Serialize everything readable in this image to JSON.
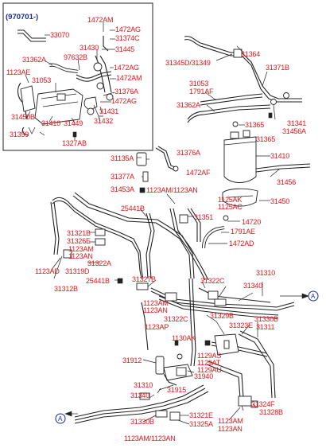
{
  "inset": {
    "date_code": "(970701-)",
    "labels": [
      "33070",
      "1472AM",
      "1472AG",
      "31374C",
      "31445",
      "31430",
      "1472AG",
      "1472AM",
      "31362A",
      "97632B",
      "1123AE",
      "31053",
      "31376A",
      "1472AG",
      "31431",
      "31432",
      "31450B",
      "31410",
      "31449",
      "31359",
      "1327AB"
    ]
  },
  "labels": [
    "31364",
    "31345D/31349",
    "31371B",
    "31053",
    "1791AF",
    "31362A",
    "31365",
    "31341",
    "31456A",
    "31365",
    "31410",
    "31376A",
    "31135A",
    "1472AF",
    "31377A",
    "31453A",
    "1123AM/1123AN",
    "31450",
    "1125AK",
    "1125AC",
    "31456",
    "25441B",
    "31351",
    "14720",
    "1791AE",
    "1472AD",
    "31321B",
    "31326E",
    "1123AM",
    "1123AN",
    "31322A",
    "1123AD",
    "31319D",
    "31312B",
    "25441B",
    "31327B",
    "31322C",
    "31340",
    "31310",
    "1123AM",
    "1123AN",
    "31322C",
    "31329B",
    "31330B",
    "1123AP",
    "31323E",
    "31311",
    "1130AK",
    "1129AS",
    "1129AT",
    "1129AU",
    "31912",
    "31940",
    "31310",
    "31915",
    "31340",
    "31324F",
    "31328B",
    "31330B",
    "31321E",
    "31325A",
    "1123AM",
    "1123AN",
    "1123AM/1123AN"
  ],
  "connectors": {
    "right_marker": "A",
    "left_marker": "A"
  },
  "colors": {
    "label": "#e8141a",
    "date_code": "#1a2a9a",
    "marker": "#1a2a9a",
    "lines": "#222222"
  }
}
